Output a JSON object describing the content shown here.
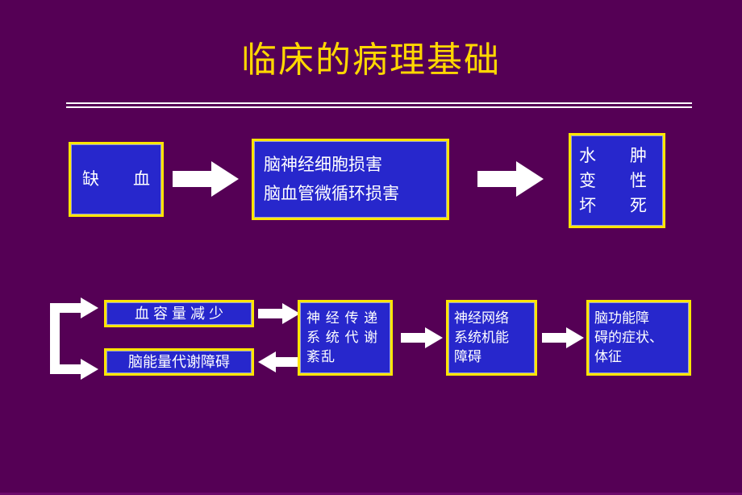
{
  "slide": {
    "title": "临床的病理基础",
    "background_color": "#550055",
    "title_color": "#ffd700",
    "box_fill_color": "#2727cc",
    "box_border_color": "#ffe500",
    "arrow_color": "#ffffff",
    "text_color": "#ffffff"
  },
  "row1": {
    "ischemia": {
      "line1": "缺　　血"
    },
    "neural_damage": {
      "line1": "脑神经细胞损害",
      "line2": "脑血管微循环损害"
    },
    "edema": {
      "line1": "水　　肿",
      "line2": "变　　性",
      "line3": "坏　　死"
    }
  },
  "row2": {
    "blood_volume": {
      "line1": "血 容 量 减 少"
    },
    "energy_metab": {
      "line1": "脑能量代谢障碍"
    },
    "transmitter": {
      "line1": "神 经 传 递",
      "line2": "系 统 代 谢",
      "line3": "紊乱"
    },
    "network": {
      "line1": "神经网络",
      "line2": "系统机能",
      "line3": "障碍"
    },
    "symptoms": {
      "line1": "脑功能障",
      "line2": "碍的症状、",
      "line3": "体征"
    }
  },
  "arrows": {
    "a1_label": "arrow-ischemia-to-neural-damage",
    "a2_label": "arrow-neural-damage-to-edema",
    "a3_label": "arrow-blood-volume-to-transmitter",
    "a4_label": "arrow-transmitter-to-network",
    "a5_label": "arrow-network-to-symptoms",
    "a6_label": "arrow-transmitter-to-energy-metab",
    "fork_label": "fork-connector-to-row2-left-boxes"
  }
}
